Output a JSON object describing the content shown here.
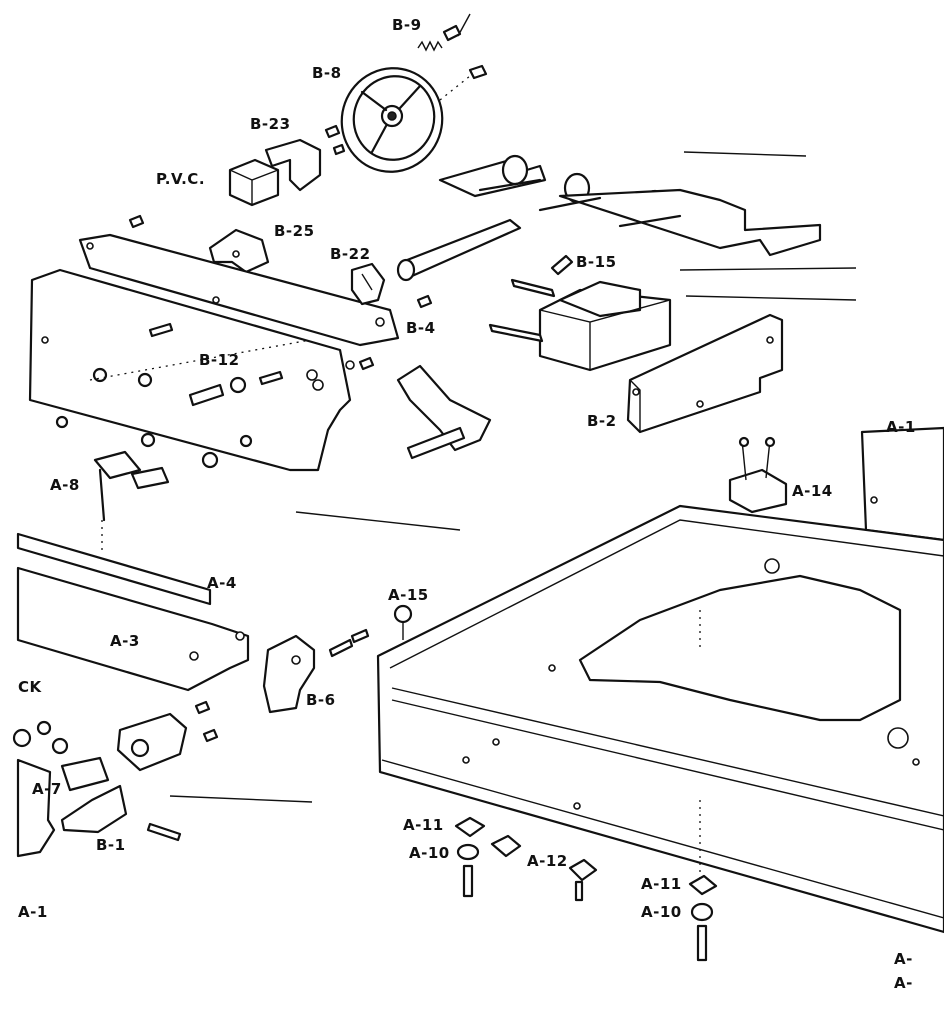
{
  "labels": {
    "b9": "B-9",
    "b8": "B-8",
    "b23": "B-23",
    "pvc": "P.V.C.",
    "b25": "B-25",
    "b22": "B-22",
    "b15": "B-15",
    "b4": "B-4",
    "b12": "B-12",
    "b2": "B-2",
    "a1_top": "A-1",
    "a8": "A-8",
    "a14": "A-14",
    "a4": "A-4",
    "a15": "A-15",
    "a3": "A-3",
    "ck": "CK",
    "b6": "B-6",
    "a7": "A-7",
    "b1": "B-1",
    "a11_left": "A-11",
    "a10_left": "A-10",
    "a12": "A-12",
    "a11_right": "A-11",
    "a10_right": "A-10",
    "a1_left": "A-1",
    "a_right_1": "A-",
    "a_right_2": "A-"
  },
  "colors": {
    "ink": "#111111",
    "paper": "#ffffff"
  }
}
